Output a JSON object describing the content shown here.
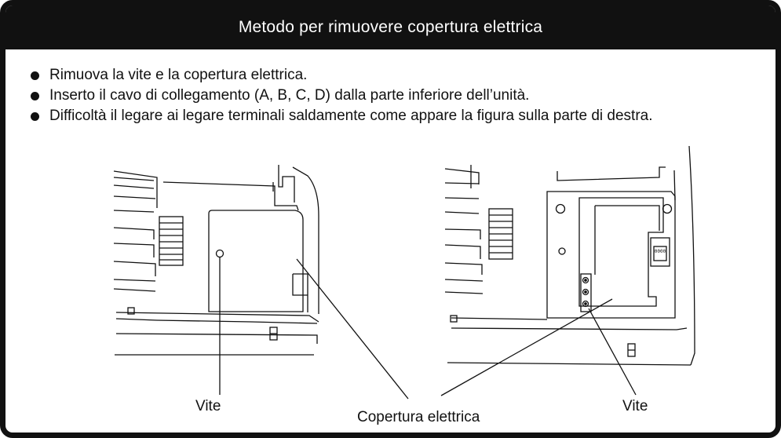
{
  "title": "Metodo per rimuovere copertura elettrica",
  "bullets": [
    "Rimuova la vite e la copertura elettrica.",
    "Inserto il cavo di collegamento (A, B, C, D) dalla parte inferiore dell’unità.",
    "Difficoltà il legare ai legare terminali saldamente come appare la figura sulla parte di destra."
  ],
  "figure": {
    "left_screw_label": "Vite",
    "cover_label": "Copertura elettrica",
    "right_screw_label": "Vite"
  },
  "terminal_text": "0000"
}
